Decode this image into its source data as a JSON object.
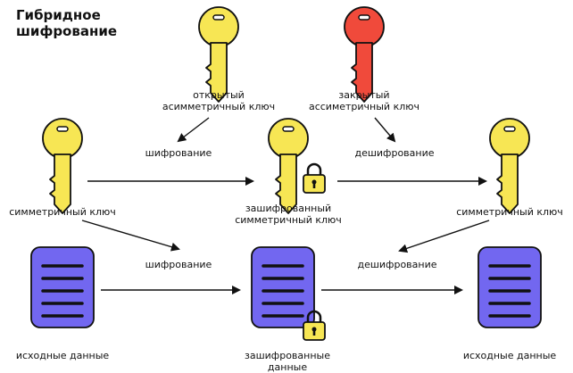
{
  "title": "Гибридное\nшифрование",
  "keys": {
    "public_label": "открытый\nасимметричный ключ",
    "private_label": "закрытый\nассиметричный ключ",
    "sym_left_label": "симметричный ключ",
    "encrypted_key_label": "зашифрованный\nсимметричный ключ",
    "sym_right_label": "симметричный ключ"
  },
  "operations": {
    "encrypt_top": "шифрование",
    "decrypt_top": "дешифрование",
    "encrypt_bottom": "шифрование",
    "decrypt_bottom": "дешифрование"
  },
  "data_blocks": {
    "source_label": "исходные данные",
    "encrypted_label": "зашифрованные данные",
    "result_label": "исходные данные"
  },
  "colors": {
    "key_yellow": "#F7E654",
    "key_red": "#F04A3B",
    "doc_purple": "#7267F0",
    "lock_yellow": "#F7E654",
    "outline": "#111111"
  }
}
